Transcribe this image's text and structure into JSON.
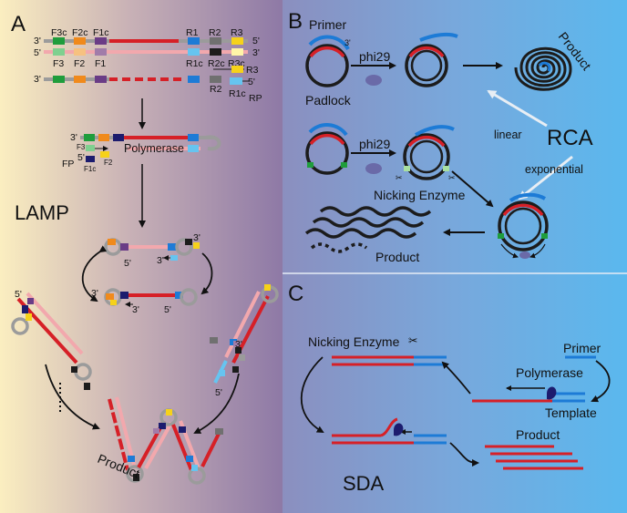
{
  "colors": {
    "red": "#d62027",
    "pink": "#f2a8ad",
    "blue": "#1d7bd6",
    "lightblue": "#66c4f0",
    "grey": "#9b9b9b",
    "dark": "#1c1c1c",
    "green": "#1f9d3c",
    "orange": "#f08a1c",
    "purple": "#6a3c86",
    "navy": "#1c1c6e",
    "yellow": "#f6d21a",
    "mauve": "#a17ca9"
  },
  "panel_a": {
    "letter": "A",
    "title": "LAMP",
    "primer_labels": {
      "f3c": "F3c",
      "f2c": "F2c",
      "f1c": "F1c",
      "f3": "F3",
      "f2": "F2",
      "f1": "F1",
      "r1": "R1",
      "r2": "R2",
      "r3": "R3",
      "r1c": "R1c",
      "r2c": "R2c",
      "r3c": "R3c",
      "rp": "RP",
      "fp": "FP"
    },
    "ends": {
      "three_prime": "3'",
      "five_prime": "5'"
    },
    "polymerase": "Polymerase",
    "product": "Product"
  },
  "panel_b": {
    "letter": "B",
    "primer": "Primer",
    "padlock": "Padlock",
    "enzyme": "phi29",
    "product_top": "Product",
    "linear": "linear",
    "exponential": "exponential",
    "rca": "RCA",
    "nicking_enzyme": "Nicking Enzyme",
    "product_bottom": "Product",
    "three_prime": "3'"
  },
  "panel_c": {
    "letter": "C",
    "title": "SDA",
    "nicking_enzyme": "Nicking Enzyme",
    "primer": "Primer",
    "polymerase": "Polymerase",
    "template": "Template",
    "product": "Product"
  }
}
